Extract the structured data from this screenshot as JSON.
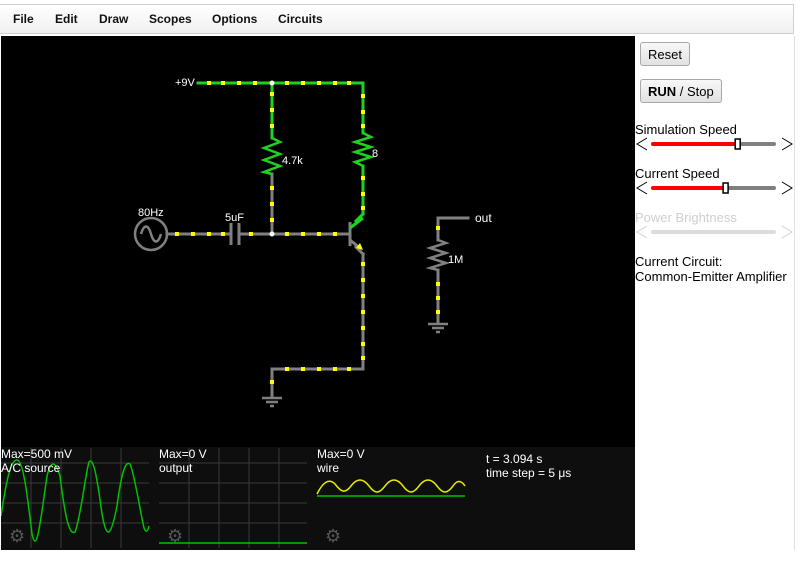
{
  "menu": {
    "file": "File",
    "edit": "Edit",
    "draw": "Draw",
    "scopes": "Scopes",
    "options": "Options",
    "circuits": "Circuits"
  },
  "side": {
    "reset_label": "Reset",
    "run_label": "RUN",
    "run_sep": " / Stop",
    "sim_speed_label": "Simulation Speed",
    "current_speed_label": "Current Speed",
    "power_brightness_label": "Power Brightness",
    "current_circuit_label": "Current Circuit:",
    "current_circuit_name": "Common-Emitter Amplifier",
    "sim_speed_value": 0.7,
    "current_speed_value": 0.6,
    "power_brightness_value": 0.0
  },
  "circuit": {
    "vcc_label": "+9V",
    "r1_label": "4.7k",
    "r2_label": "8",
    "source_label": "80Hz",
    "cap_label": "5uF",
    "r3_label": "1M",
    "out_label": "out"
  },
  "scopes": [
    {
      "max": "Max=500 mV",
      "name": "A/C source"
    },
    {
      "max": "Max=0 V",
      "name": "output"
    },
    {
      "max": "Max=0 V",
      "name": "wire"
    }
  ],
  "info": {
    "time": "t = 3.094 s",
    "timestep": "time step = 5 μs"
  },
  "colors": {
    "wire": "#808080",
    "active_wire": "#1fd21f",
    "current_dot": "#ffff00",
    "slider_active": "#ff0000",
    "slider_inactive": "#808080",
    "scope_trace": "#00c000",
    "scope_trace_yellow": "#e8e800"
  }
}
